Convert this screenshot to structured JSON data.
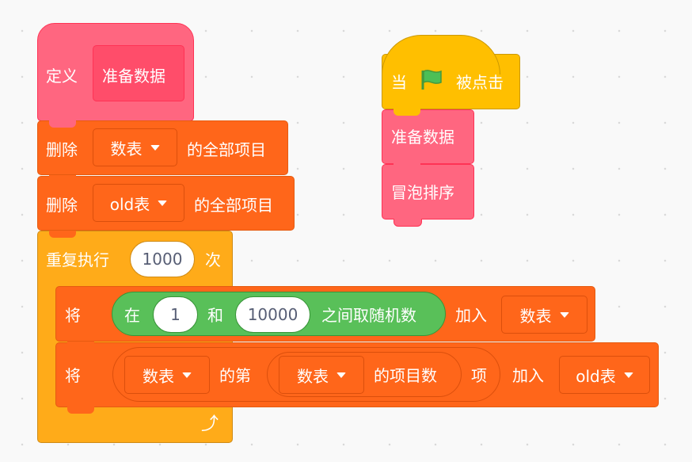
{
  "define_block": {
    "label": "定义",
    "name": "准备数据"
  },
  "delete1": {
    "label": "删除",
    "list": "数表",
    "suffix": "的全部项目"
  },
  "delete2": {
    "label": "删除",
    "list": "old表",
    "suffix": "的全部项目"
  },
  "repeat": {
    "label": "重复执行",
    "count": "1000",
    "suffix": "次"
  },
  "add1": {
    "label": "将",
    "random_prefix": "在",
    "from": "1",
    "and": "和",
    "to": "10000",
    "random_suffix": "之间取随机数",
    "add": "加入",
    "list": "数表"
  },
  "add2": {
    "label": "将",
    "list_a": "数表",
    "item_of": "的第",
    "list_b": "数表",
    "length_suffix": "的项目数",
    "item": "项",
    "add": "加入",
    "target": "old表"
  },
  "flag_hat": {
    "when": "当",
    "clicked": "被点击"
  },
  "call1": {
    "label": "准备数据"
  },
  "call2": {
    "label": "冒泡排序"
  },
  "colors": {
    "define": "#ff6680",
    "list": "#ff661a",
    "control": "#ffab19",
    "operator": "#59c059",
    "event": "#ffbf00"
  }
}
